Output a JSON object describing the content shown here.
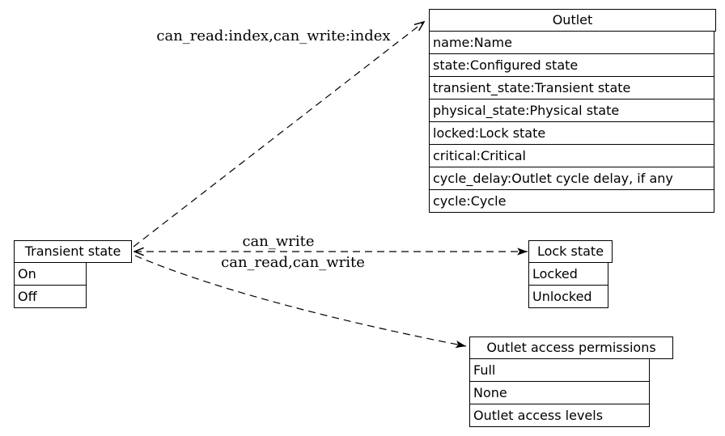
{
  "colors": {
    "background": "#ffffff",
    "stroke": "#000000",
    "text": "#000000"
  },
  "nodes": {
    "outlet": {
      "title": "Outlet",
      "rows": [
        "name:Name",
        "state:Configured state",
        "transient_state:Transient state",
        "physical_state:Physical state",
        "locked:Lock state",
        "critical:Critical",
        "cycle_delay:Outlet cycle delay, if any",
        "cycle:Cycle"
      ]
    },
    "transient_state": {
      "title": "Transient state",
      "rows": [
        "On",
        "Off"
      ]
    },
    "lock_state": {
      "title": "Lock state",
      "rows": [
        "Locked",
        "Unlocked"
      ]
    },
    "outlet_access_permissions": {
      "title": "Outlet access permissions",
      "rows": [
        "Full",
        "None",
        "Outlet access levels"
      ]
    }
  },
  "edges": {
    "to_outlet": {
      "label": "can_read:index,can_write:index",
      "style": "dashed"
    },
    "to_lock_state": {
      "label": "can_write",
      "style": "dashed"
    },
    "to_access_permissions": {
      "label": "can_read,can_write",
      "style": "dashed"
    }
  }
}
